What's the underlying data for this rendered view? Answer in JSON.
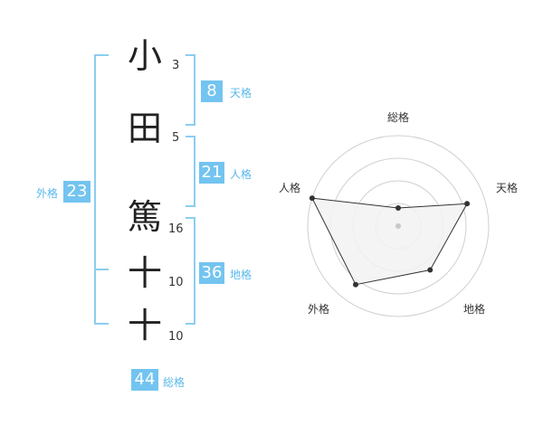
{
  "name": {
    "chars": [
      "小",
      "田",
      "篤",
      "十",
      "十"
    ],
    "strokes": [
      "3",
      "5",
      "16",
      "10",
      "10"
    ]
  },
  "kaku": {
    "tenkaku": {
      "value": "8",
      "label": "天格"
    },
    "jinkaku": {
      "value": "21",
      "label": "人格"
    },
    "chikaku": {
      "value": "36",
      "label": "地格"
    },
    "gaikaku": {
      "value": "23",
      "label": "外格"
    },
    "soukaku": {
      "value": "44",
      "label": "総格"
    }
  },
  "chart_data": {
    "type": "radar",
    "axes": [
      "総格",
      "天格",
      "地格",
      "外格",
      "人格"
    ],
    "values": [
      1,
      4,
      3,
      4,
      5
    ],
    "range": [
      0,
      5
    ],
    "rings": 4,
    "colors": {
      "fill": "#f2f2f2",
      "stroke": "#333333",
      "ring": "#d0d0d0",
      "point": "#333333",
      "center": "#c8c8c8"
    }
  },
  "colors": {
    "accent": "#73c4f0",
    "bracket": "#8ccdf0"
  }
}
